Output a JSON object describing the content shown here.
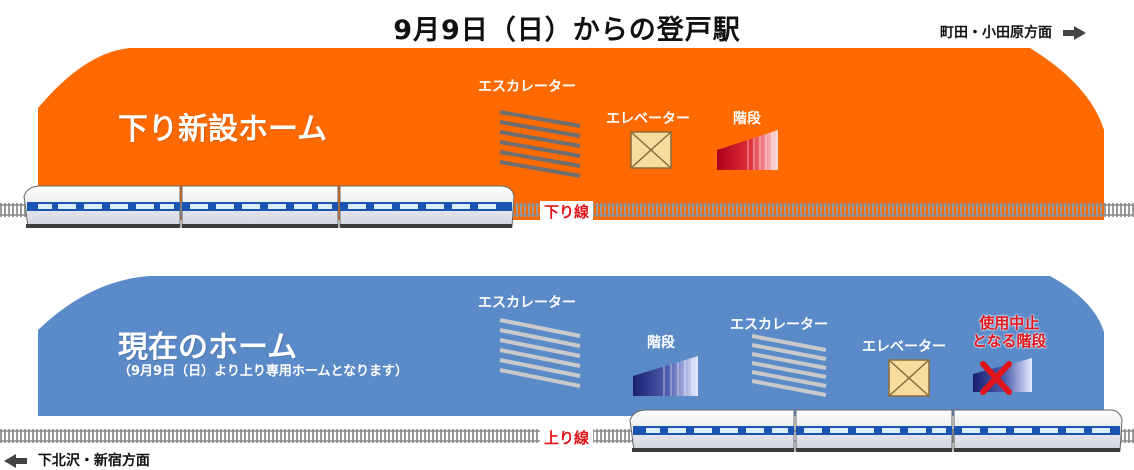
{
  "title": "9月9日（日）からの登戸駅",
  "direction_right": "町田・小田原方面",
  "direction_left": "下北沢・新宿方面",
  "upper_platform": {
    "name": "下り新設ホーム",
    "color": "#ff6a00",
    "escalator_label": "エスカレーター",
    "elevator_label": "エレベーター",
    "stairs_label": "階段",
    "track_label": "下り線"
  },
  "lower_platform": {
    "name": "現在のホーム",
    "note": "（9月9日（日）より上り専用ホームとなります）",
    "color": "#5b8ac8",
    "escalator_label_1": "エスカレーター",
    "stairs_label": "階段",
    "escalator_label_2": "エスカレーター",
    "elevator_label": "エレベーター",
    "closed_stairs_label_line1": "使用中止",
    "closed_stairs_label_line2": "となる階段",
    "track_label": "上り線"
  },
  "icons": {
    "escalator": "escalator-icon",
    "elevator": "elevator-icon",
    "stairs": "stairs-icon",
    "closed": "cross-icon",
    "train": "train-icon"
  }
}
